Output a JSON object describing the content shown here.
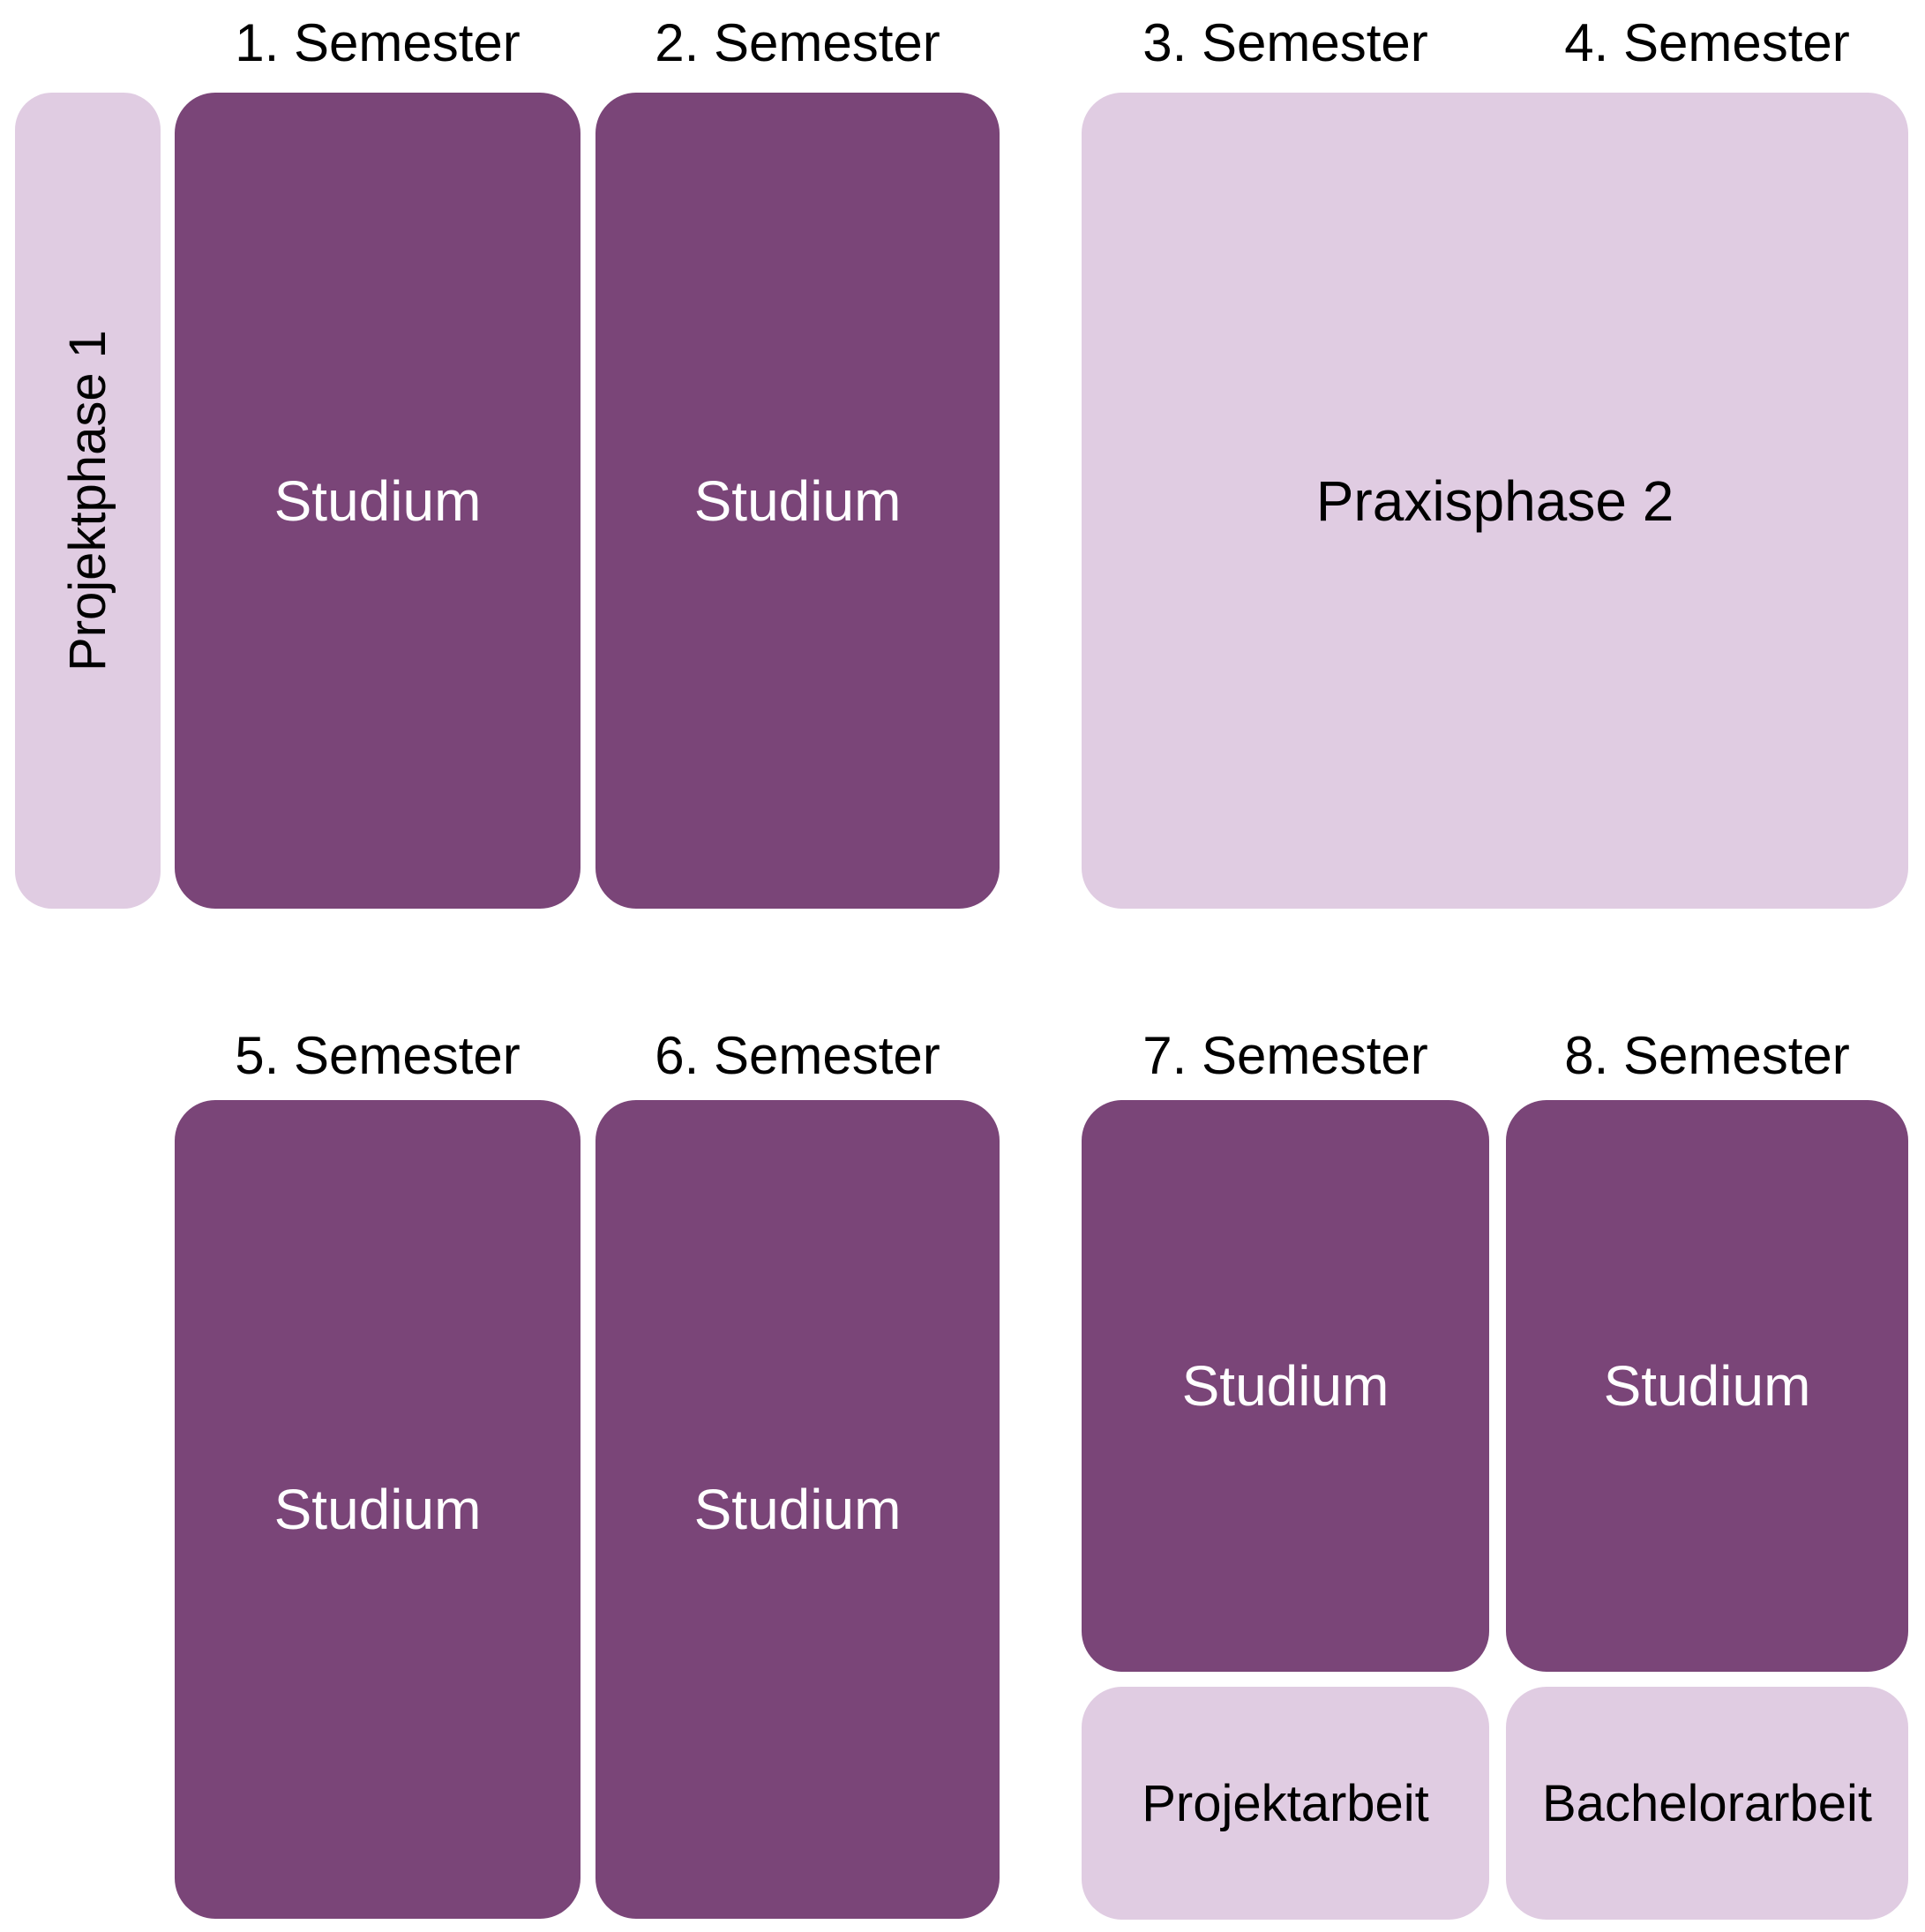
{
  "diagram": {
    "row1_headers": [
      "1. Semester",
      "2. Semester",
      "3. Semester",
      "4. Semester"
    ],
    "row2_headers": [
      "5. Semester",
      "6. Semester",
      "7. Semester",
      "8. Semester"
    ],
    "labels": {
      "projektphase1": "Projektphase 1",
      "studium": "Studium",
      "praxisphase2": "Praxisphase 2",
      "projektarbeit": "Projektarbeit",
      "bachelorarbeit": "Bachelorarbeit"
    }
  },
  "palette": {
    "box-dark": "#7a4578",
    "box-light": "#e0cce2",
    "text-on-dark": "#ffffff",
    "text-on-light": "#000000",
    "header-text": "#000000",
    "page-bg": "#ffffff"
  }
}
